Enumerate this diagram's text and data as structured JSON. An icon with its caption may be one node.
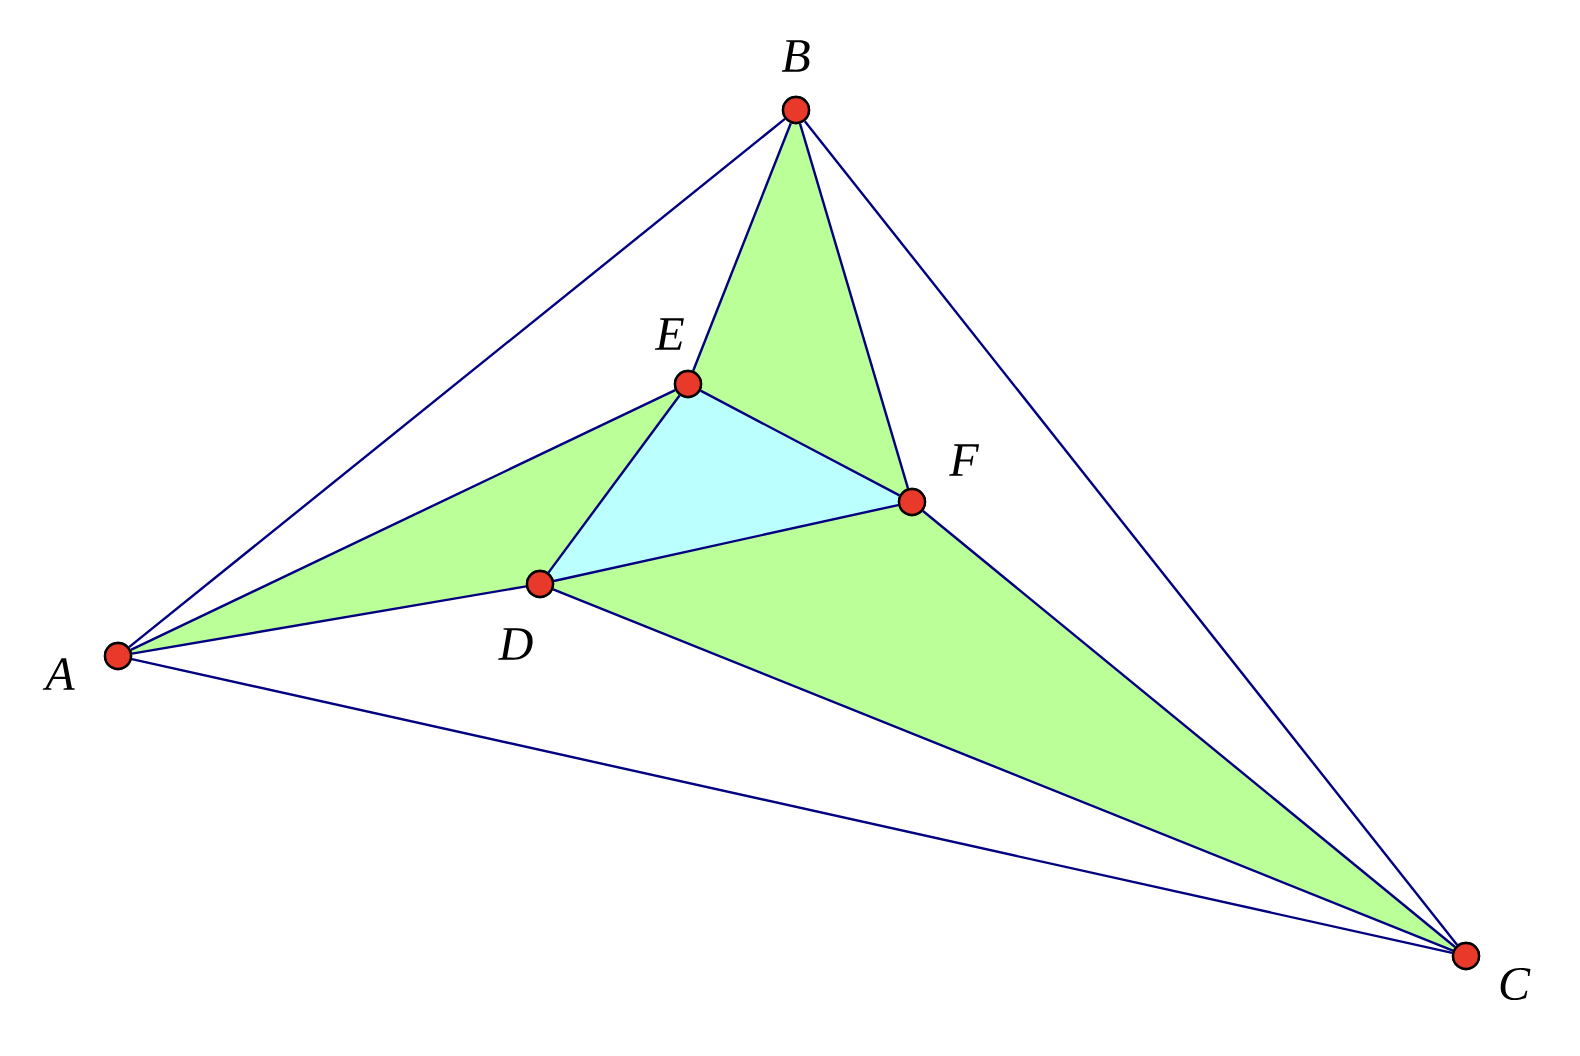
{
  "diagram": {
    "nodes": [
      {
        "text": [],
        "shape": "circle",
        "beside": [
          "A"
        ]
      },
      {
        "text": [],
        "shape": "circle",
        "beside": [
          "B"
        ]
      },
      {
        "text": [],
        "shape": "circle",
        "beside": [
          "C"
        ]
      },
      {
        "text": [],
        "shape": "circle",
        "beside": [
          "D"
        ]
      },
      {
        "text": [],
        "shape": "circle",
        "beside": [
          "E"
        ]
      },
      {
        "text": [],
        "shape": "circle",
        "beside": [
          "F"
        ]
      }
    ],
    "edges": [
      {
        "from": 0,
        "to": 1,
        "arrow": "none"
      },
      {
        "from": 1,
        "to": 2,
        "arrow": "none"
      },
      {
        "from": 0,
        "to": 2,
        "arrow": "none"
      },
      {
        "from": 0,
        "to": 4,
        "arrow": "none"
      },
      {
        "from": 0,
        "to": 3,
        "arrow": "none"
      },
      {
        "from": 1,
        "to": 4,
        "arrow": "none"
      },
      {
        "from": 1,
        "to": 5,
        "arrow": "none"
      },
      {
        "from": 2,
        "to": 5,
        "arrow": "none"
      },
      {
        "from": 2,
        "to": 3,
        "arrow": "none"
      },
      {
        "from": 3,
        "to": 4,
        "arrow": "none"
      },
      {
        "from": 4,
        "to": 5,
        "arrow": "none"
      },
      {
        "from": 3,
        "to": 5,
        "arrow": "none"
      }
    ]
  }
}
